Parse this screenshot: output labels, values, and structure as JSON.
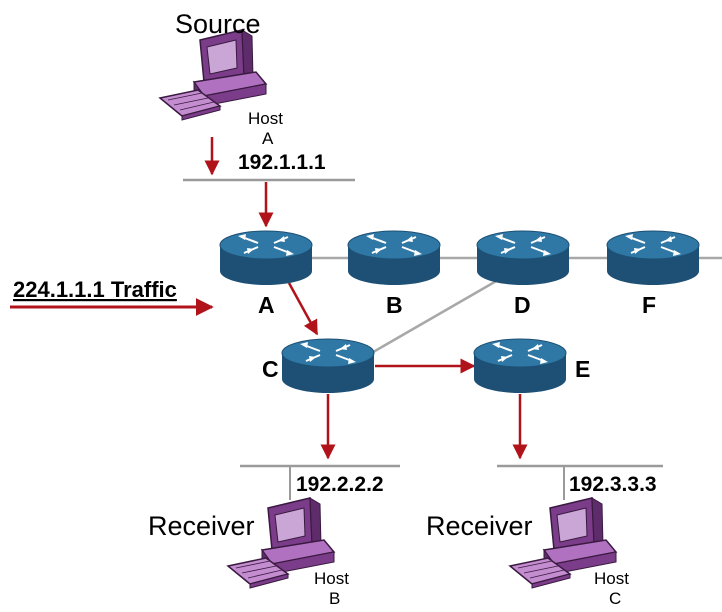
{
  "source": {
    "title": "Source",
    "host_word": "Host",
    "host_letter": "A",
    "ip": "192.1.1.1"
  },
  "traffic": {
    "label": "224.1.1.1 Traffic"
  },
  "routers": {
    "a": "A",
    "b": "B",
    "c": "C",
    "d": "D",
    "e": "E",
    "f": "F"
  },
  "receiver_b": {
    "title": "Receiver",
    "host_word": "Host",
    "host_letter": "B",
    "ip": "192.2.2.2"
  },
  "receiver_c": {
    "title": "Receiver",
    "host_word": "Host",
    "host_letter": "C",
    "ip": "192.3.3.3"
  },
  "colors": {
    "arrow": "#b0141a",
    "link": "#a8a8a8",
    "router_top": "#2a6f9a",
    "router_side": "#1d5074",
    "computer": "#9b4fa8"
  }
}
